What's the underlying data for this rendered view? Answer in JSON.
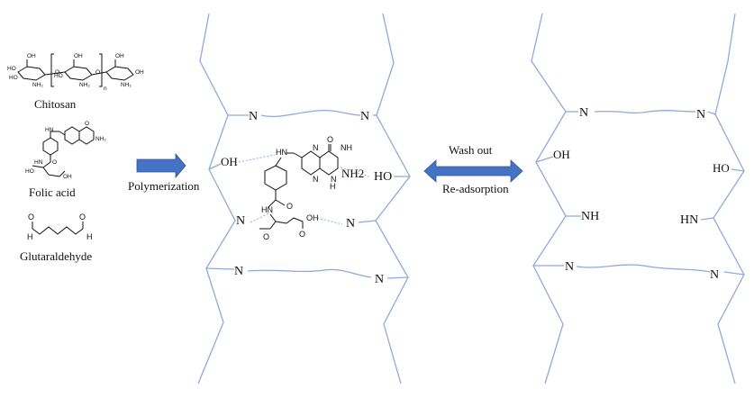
{
  "reagents": {
    "chitosan": "Chitosan",
    "folic_acid": "Folic acid",
    "glutaraldehyde": "Glutaraldehyde"
  },
  "steps": {
    "polymerization": "Polymerization",
    "wash_out": "Wash out",
    "readsorption": "Re-adsorption"
  },
  "groups": {
    "n": "N",
    "oh": "OH",
    "ho": "HO",
    "nh": "NH",
    "hn": "HN",
    "nh2": "NH2"
  },
  "colors": {
    "polymer_chain": "#8eaadb",
    "arrow_fill": "#4472c4",
    "arrow_stroke": "#2f5597"
  }
}
